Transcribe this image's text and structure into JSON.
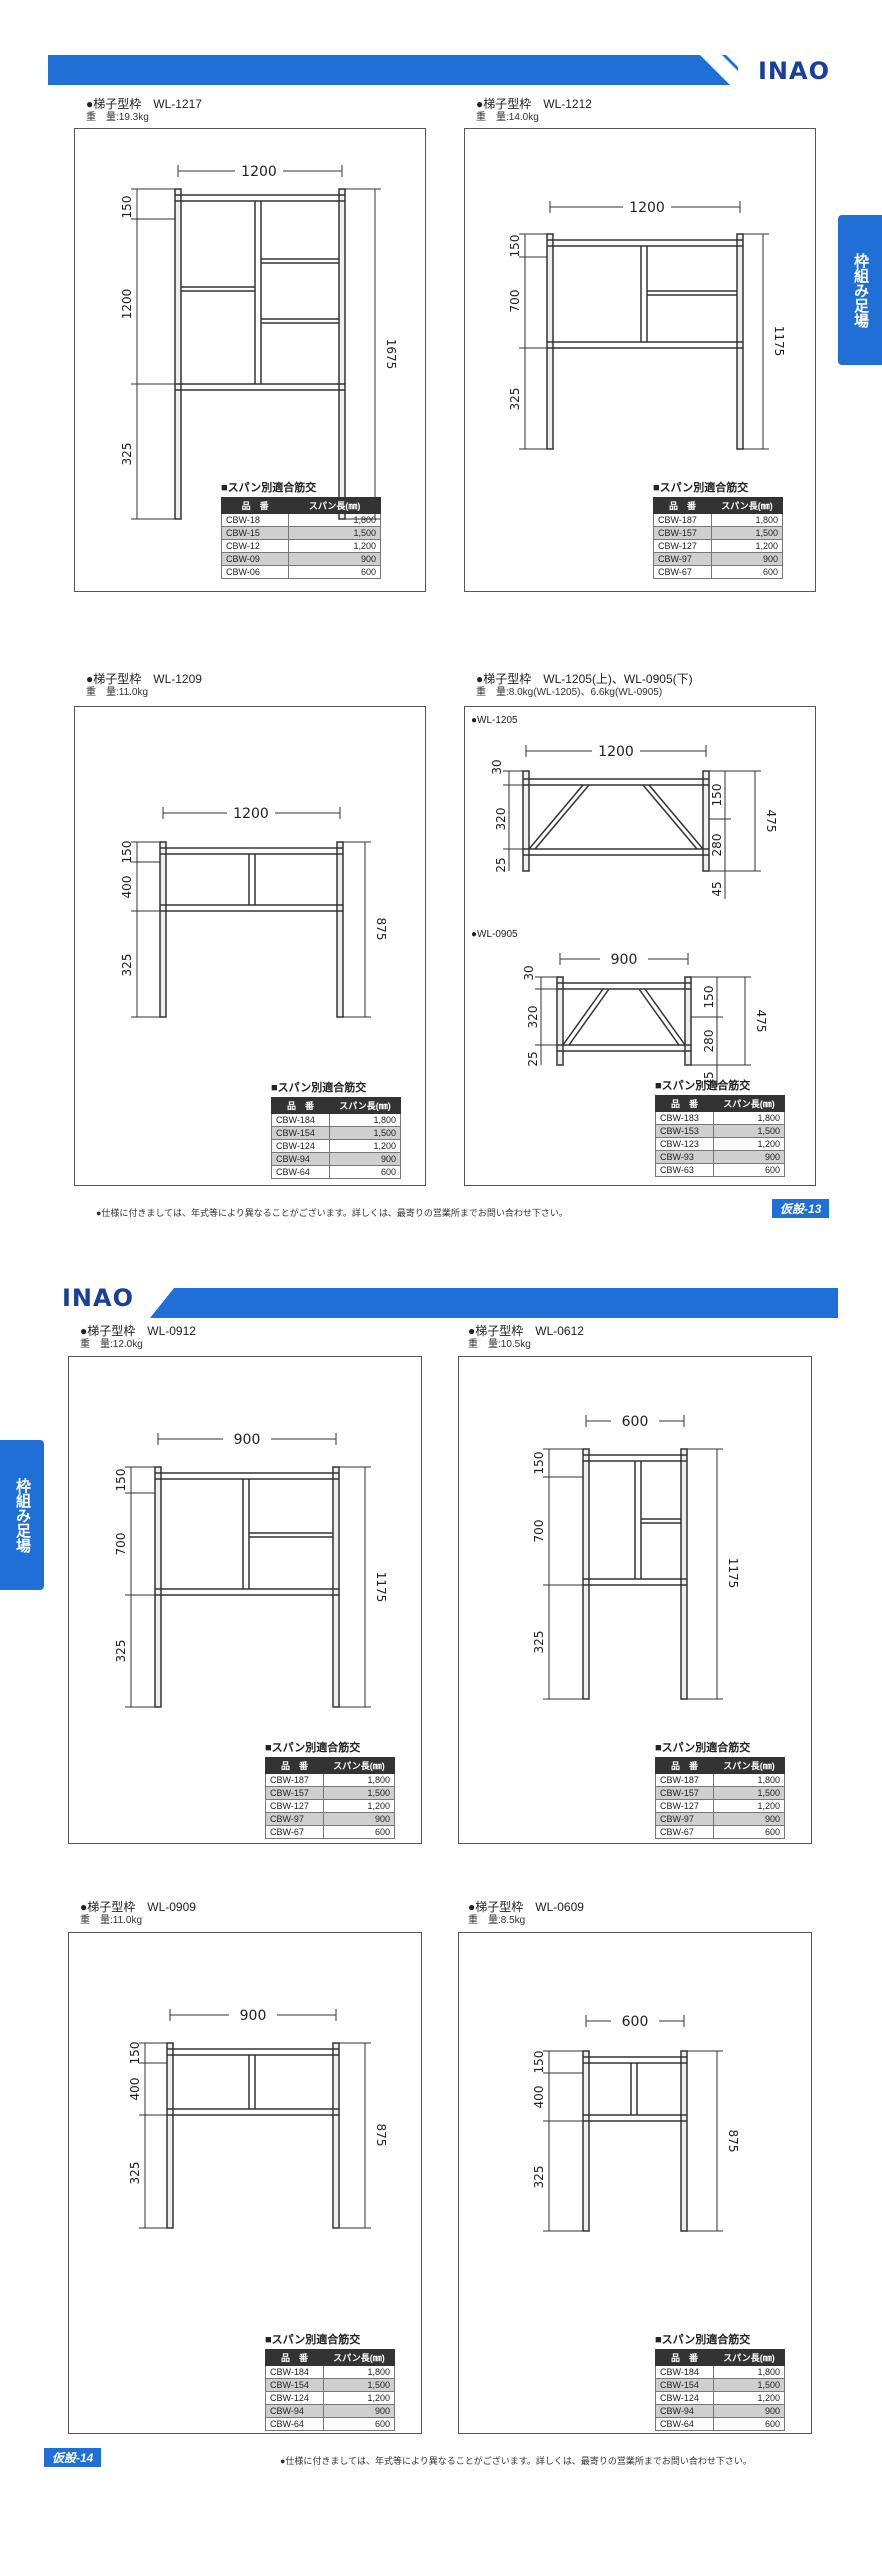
{
  "brand": "INAO",
  "side_tab": "枠組み足場",
  "span_table": {
    "caption": "■スパン別適合筋交",
    "col_name": "品　番",
    "col_span": "スパン長(㎜)"
  },
  "page13": {
    "page_number": "仮設-13",
    "note": "●仕様に付きましては、年式等により異なることがございます。詳しくは、最寄りの営業所までお問い合わせ下さい。",
    "frames": [
      {
        "title": "●梯子型枠　WL-1217",
        "weight": "重　量:19.3kg",
        "dims": {
          "top": "1200",
          "d1": "150",
          "d2": "1200",
          "d3": "325",
          "right": "1675"
        },
        "rows": [
          [
            "CBW-18",
            "1,800"
          ],
          [
            "CBW-15",
            "1,500"
          ],
          [
            "CBW-12",
            "1,200"
          ],
          [
            "CBW-09",
            "900"
          ],
          [
            "CBW-06",
            "600"
          ]
        ]
      },
      {
        "title": "●梯子型枠　WL-1212",
        "weight": "重　量:14.0kg",
        "dims": {
          "top": "1200",
          "d1": "150",
          "d2": "700",
          "d3": "325",
          "right": "1175"
        },
        "rows": [
          [
            "CBW-187",
            "1,800"
          ],
          [
            "CBW-157",
            "1,500"
          ],
          [
            "CBW-127",
            "1,200"
          ],
          [
            "CBW-97",
            "900"
          ],
          [
            "CBW-67",
            "600"
          ]
        ]
      },
      {
        "title": "●梯子型枠　WL-1209",
        "weight": "重　量:11.0kg",
        "dims": {
          "top": "1200",
          "d1": "150",
          "d2": "400",
          "d3": "325",
          "right": "875"
        },
        "rows": [
          [
            "CBW-184",
            "1,800"
          ],
          [
            "CBW-154",
            "1,500"
          ],
          [
            "CBW-124",
            "1,200"
          ],
          [
            "CBW-94",
            "900"
          ],
          [
            "CBW-64",
            "600"
          ]
        ]
      },
      {
        "title": "●梯子型枠　WL-1205(上)、WL-0905(下)",
        "weight": "重　量:8.0kg(WL-1205)、6.6kg(WL-0905)",
        "sub1": "●WL-1205",
        "sub2": "●WL-0905",
        "dimsA": {
          "top": "1200",
          "a": "30",
          "b": "320",
          "c": "25",
          "r1": "150",
          "r2": "280",
          "r3": "45",
          "right": "475"
        },
        "dimsB": {
          "top": "900",
          "a": "30",
          "b": "320",
          "c": "25",
          "r1": "150",
          "r2": "280",
          "r3": "45",
          "right": "475"
        },
        "rows": [
          [
            "CBW-183",
            "1,800"
          ],
          [
            "CBW-153",
            "1,500"
          ],
          [
            "CBW-123",
            "1,200"
          ],
          [
            "CBW-93",
            "900"
          ],
          [
            "CBW-63",
            "600"
          ]
        ]
      }
    ]
  },
  "page14": {
    "page_number": "仮設-14",
    "note": "●仕様に付きましては、年式等により異なることがございます。詳しくは、最寄りの営業所までお問い合わせ下さい。",
    "frames": [
      {
        "title": "●梯子型枠　WL-0912",
        "weight": "重　量:12.0kg",
        "dims": {
          "top": "900",
          "d1": "150",
          "d2": "700",
          "d3": "325",
          "right": "1175"
        },
        "rows": [
          [
            "CBW-187",
            "1,800"
          ],
          [
            "CBW-157",
            "1,500"
          ],
          [
            "CBW-127",
            "1,200"
          ],
          [
            "CBW-97",
            "900"
          ],
          [
            "CBW-67",
            "600"
          ]
        ]
      },
      {
        "title": "●梯子型枠　WL-0612",
        "weight": "重　量:10.5kg",
        "dims": {
          "top": "600",
          "d1": "150",
          "d2": "700",
          "d3": "325",
          "right": "1175"
        },
        "rows": [
          [
            "CBW-187",
            "1,800"
          ],
          [
            "CBW-157",
            "1,500"
          ],
          [
            "CBW-127",
            "1,200"
          ],
          [
            "CBW-97",
            "900"
          ],
          [
            "CBW-67",
            "600"
          ]
        ]
      },
      {
        "title": "●梯子型枠　WL-0909",
        "weight": "重　量:11.0kg",
        "dims": {
          "top": "900",
          "d1": "150",
          "d2": "400",
          "d3": "325",
          "right": "875"
        },
        "rows": [
          [
            "CBW-184",
            "1,800"
          ],
          [
            "CBW-154",
            "1,500"
          ],
          [
            "CBW-124",
            "1,200"
          ],
          [
            "CBW-94",
            "900"
          ],
          [
            "CBW-64",
            "600"
          ]
        ]
      },
      {
        "title": "●梯子型枠　WL-0609",
        "weight": "重　量:8.5kg",
        "dims": {
          "top": "600",
          "d1": "150",
          "d2": "400",
          "d3": "325",
          "right": "875"
        },
        "rows": [
          [
            "CBW-184",
            "1,800"
          ],
          [
            "CBW-154",
            "1,500"
          ],
          [
            "CBW-124",
            "1,200"
          ],
          [
            "CBW-94",
            "900"
          ],
          [
            "CBW-64",
            "600"
          ]
        ]
      }
    ]
  }
}
